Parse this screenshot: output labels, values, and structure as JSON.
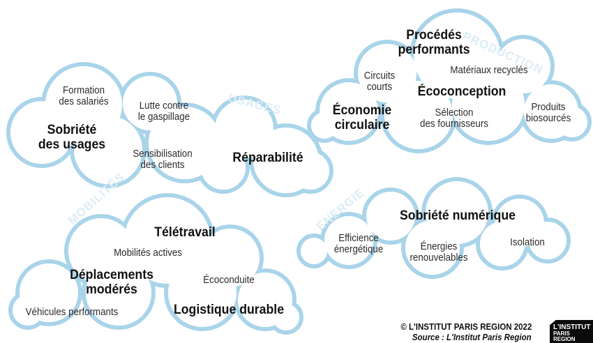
{
  "usages": {
    "label": "USAGES",
    "items": {
      "formation": "Formation\ndes salariés",
      "lutte": "Lutte contre\nle gaspillage",
      "sobriete": "Sobriété\ndes usages",
      "sensibilisation": "Sensibilisation\ndes clients",
      "reparabilite": "Réparabilité"
    }
  },
  "production": {
    "label": "PRODUCTION",
    "items": {
      "procedes": "Procédés\nperformants",
      "materiaux": "Matériaux recyclés",
      "circuits": "Circuits\ncourts",
      "ecoconception": "Écoconception",
      "economie": "Économie\ncirculaire",
      "selection": "Sélection\ndes fournisseurs",
      "produits": "Produits\nbiosourcés"
    }
  },
  "mobilites": {
    "label": "MOBILITÉS",
    "items": {
      "teletravail": "Télétravail",
      "actives": "Mobilités actives",
      "deplacements": "Déplacements\nmodérés",
      "ecoconduite": "Écoconduite",
      "vehicules": "Véhicules performants",
      "logistique": "Logistique durable"
    }
  },
  "energie": {
    "label": "ÉNERGIE",
    "items": {
      "sobriete_num": "Sobriété numérique",
      "efficience": "Efficience\nénergétique",
      "renouvelables": "Énergies\nrenouvelables",
      "isolation": "Isolation"
    }
  },
  "footer": {
    "copyright": "© L'INSTITUT PARIS REGION 2022",
    "source": "Source : L'Institut Paris Region"
  },
  "logo": {
    "line1": "L'INSTITUT",
    "line2": "PARIS",
    "line3": "REGION"
  },
  "colors": {
    "cloud_stroke": "#a9d4ea",
    "cloud_fill": "#ffffff",
    "label": "#dcedf6"
  }
}
